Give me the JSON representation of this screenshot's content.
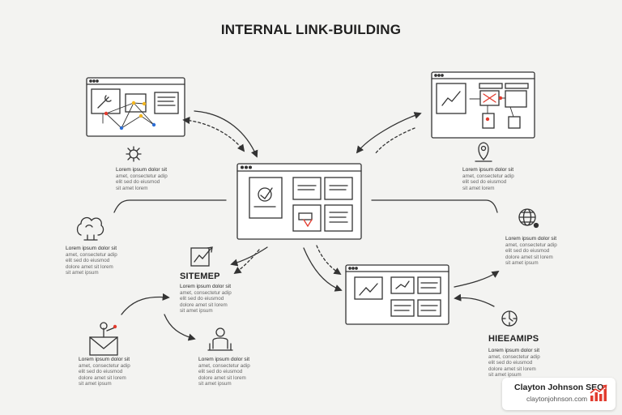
{
  "title": "INTERNAL LINK-BUILDING",
  "labels": {
    "sitemap": "SITEMEP",
    "heatmaps": "HIEEAMIPS"
  },
  "notes": {
    "top_left": {
      "heading": "Lorem ipsum dolor sit",
      "lines": [
        "amet, consectetur adip",
        "elit sed do eiusmod",
        "sit amet lorem"
      ]
    },
    "top_right": {
      "heading": "Lorem ipsum dolor sit",
      "lines": [
        "amet, consectetur adip",
        "elit sed do eiusmod",
        "sit amet lorem"
      ]
    },
    "mid_left": {
      "heading": "Lorem ipsum dolor sit",
      "lines": [
        "amet, consectetur adip",
        "elit sed do eiusmod",
        "dolore amet sit lorem",
        "sit amet ipsum"
      ]
    },
    "mid_right": {
      "heading": "Lorem ipsum dolor sit",
      "lines": [
        "amet, consectetur adip",
        "elit sed do eiusmod",
        "dolore amet sit lorem",
        "sit amet ipsum"
      ]
    },
    "sitemap": {
      "heading": "Lorem ipsum dolor sit",
      "lines": [
        "amet, consectetur adip",
        "elit sed do eiusmod",
        "dolore amet sit lorem",
        "sit amet ipsum"
      ]
    },
    "bottom_left": {
      "heading": "Lorem ipsum dolor sit",
      "lines": [
        "amet, consectetur adip",
        "elit sed do eiusmod",
        "dolore amet sit lorem",
        "sit amet ipsum"
      ]
    },
    "bottom_center": {
      "heading": "Lorem ipsum dolor sit",
      "lines": [
        "amet, consectetur adip",
        "elit sed do eiusmod",
        "dolore amet sit lorem",
        "sit amet ipsum"
      ]
    },
    "heatmaps": {
      "heading": "Lorem ipsum dolor sit",
      "lines": [
        "amet, consectetur adip",
        "elit sed do eiusmod",
        "dolore amet sit lorem",
        "sit amet ipsum"
      ]
    }
  },
  "badge": {
    "name": "Clayton Johnson SEO",
    "url": "claytonjohnson.com",
    "icon": "bar-chart-arrow-icon"
  },
  "colors": {
    "line": "#333333",
    "accent_red": "#e23b2e",
    "accent_blue": "#2d6fd6",
    "accent_yellow": "#f3b61f"
  }
}
